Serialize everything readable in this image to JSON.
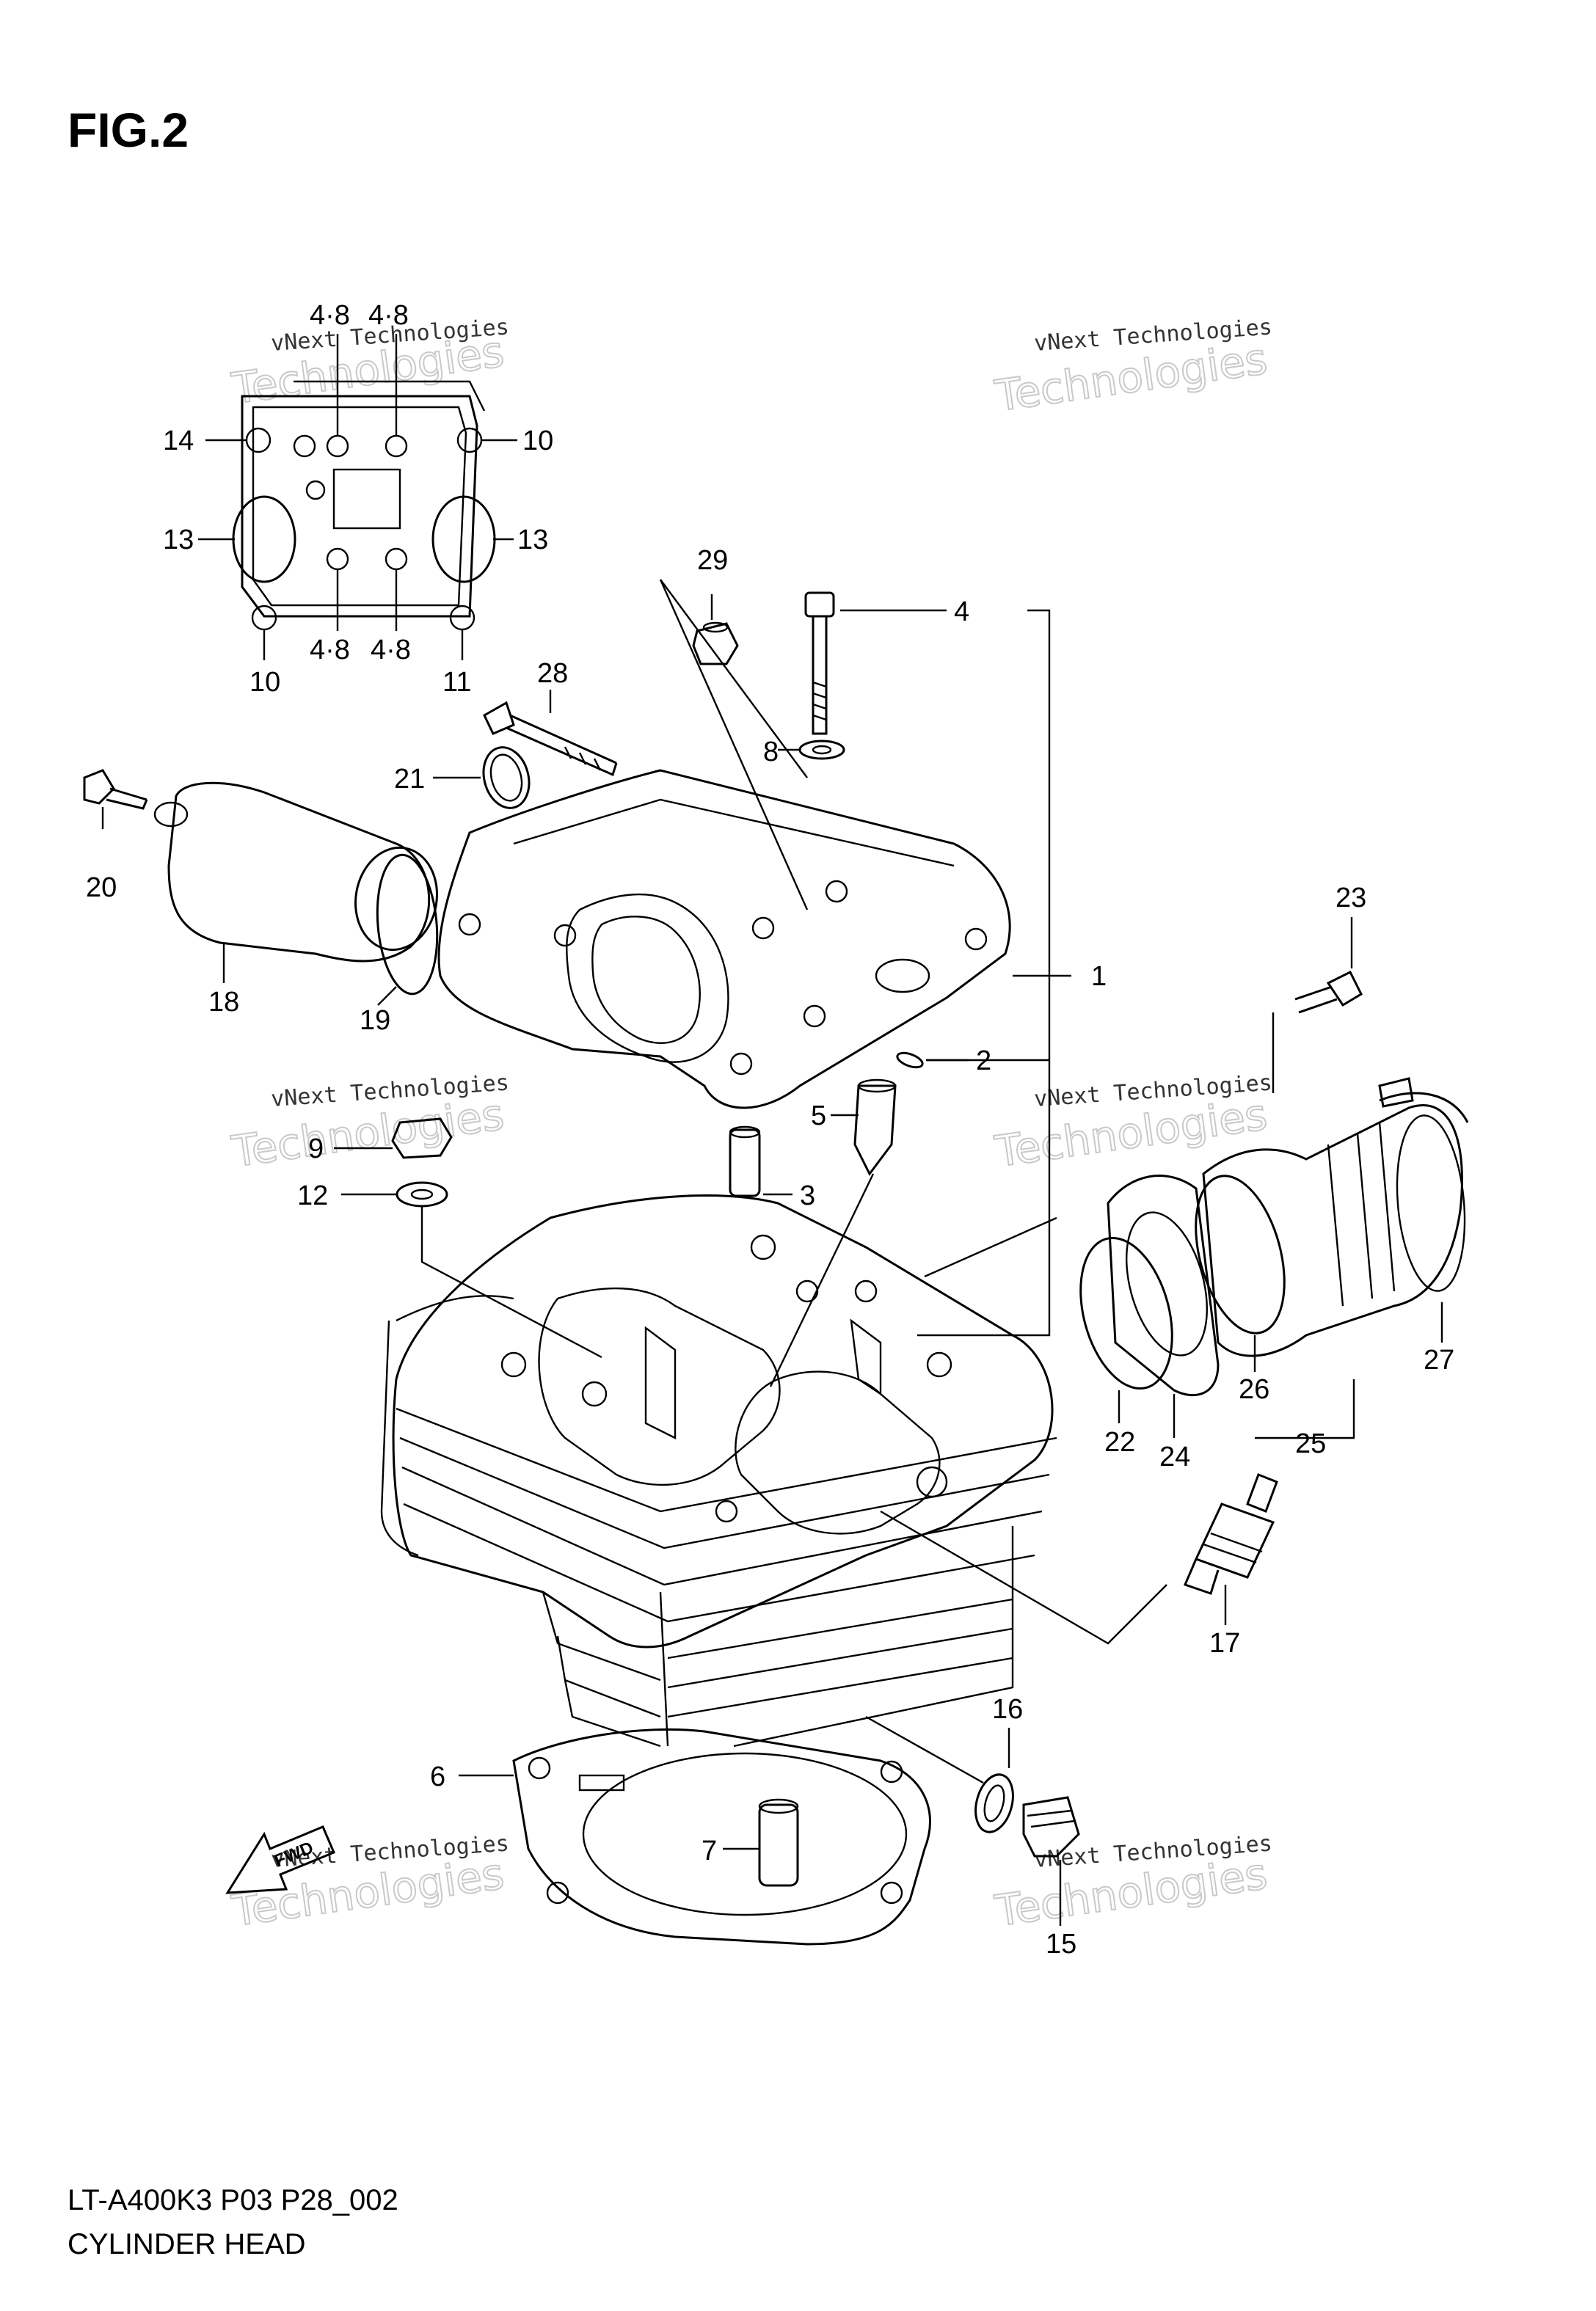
{
  "figure": {
    "title": "FIG.2",
    "model_code": "LT-A400K3 P03 P28_002",
    "name": "CYLINDER HEAD"
  },
  "watermark": {
    "line1": "vNext Technologies",
    "line2": "Technologies"
  },
  "fwd_label": "FWD",
  "callouts": {
    "c1": "1",
    "c2": "2",
    "c3": "3",
    "c4": "4",
    "c5": "5",
    "c6": "6",
    "c7": "7",
    "c8": "8",
    "c9": "9",
    "c10a": "10",
    "c10b": "10",
    "c11": "11",
    "c12": "12",
    "c13a": "13",
    "c13b": "13",
    "c14": "14",
    "c15": "15",
    "c16": "16",
    "c17": "17",
    "c18": "18",
    "c19": "19",
    "c20": "20",
    "c21": "21",
    "c22": "22",
    "c23": "23",
    "c24": "24",
    "c25": "25",
    "c26": "26",
    "c27": "27",
    "c28": "28",
    "c29": "29",
    "t48a": "4·8",
    "t48b": "4·8",
    "t48c": "4·8",
    "t48d": "4·8"
  }
}
